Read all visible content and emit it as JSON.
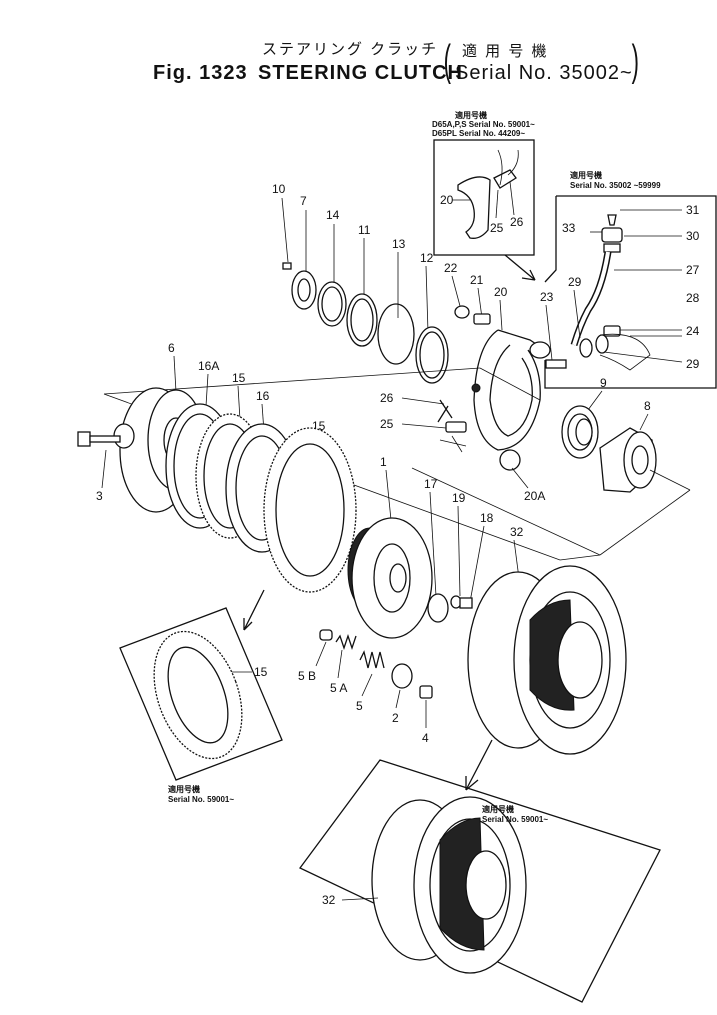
{
  "header": {
    "jp_title": "ステアリング クラッチ",
    "jp_applicable": "適 用 号 機",
    "fig_label": "Fig. 1323",
    "title": "STEERING CLUTCH",
    "serial": "Serial No. 35002~"
  },
  "insets": {
    "top_left_jp": "適用号機",
    "top_left_line1": "D65A,P,S Serial No. 59001~",
    "top_left_line2": "D65PL    Serial No. 44209~",
    "top_right_jp": "適用号機",
    "top_right_line1": "Serial No. 35002 ~59999",
    "left_jp": "適用号機",
    "left_line1": "Serial No. 59001~",
    "bottom_jp": "適用号機",
    "bottom_line1": "Serial No. 59001~"
  },
  "callouts": {
    "n10": "10",
    "n7": "7",
    "n14": "14",
    "n11": "11",
    "n13": "13",
    "n12": "12",
    "n22": "22",
    "n21": "21",
    "n20": "20",
    "n23": "23",
    "n29a": "29",
    "n29b": "29",
    "n31": "31",
    "n30": "30",
    "n33": "33",
    "n27": "27",
    "n28": "28",
    "n24": "24",
    "n6": "6",
    "n16a": "16A",
    "n15a": "15",
    "n16": "16",
    "n15b": "15",
    "n26": "26",
    "n25": "25",
    "n9": "9",
    "n8": "8",
    "n20a": "20A",
    "n3": "3",
    "n1": "1",
    "n17": "17",
    "n19": "19",
    "n18": "18",
    "n32a": "32",
    "n5b": "5 B",
    "n5a": "5 A",
    "n5": "5",
    "n2": "2",
    "n4": "4",
    "n15c": "15",
    "n32b": "32",
    "inset_n20": "20",
    "inset_n25": "25",
    "inset_n26": "26"
  }
}
